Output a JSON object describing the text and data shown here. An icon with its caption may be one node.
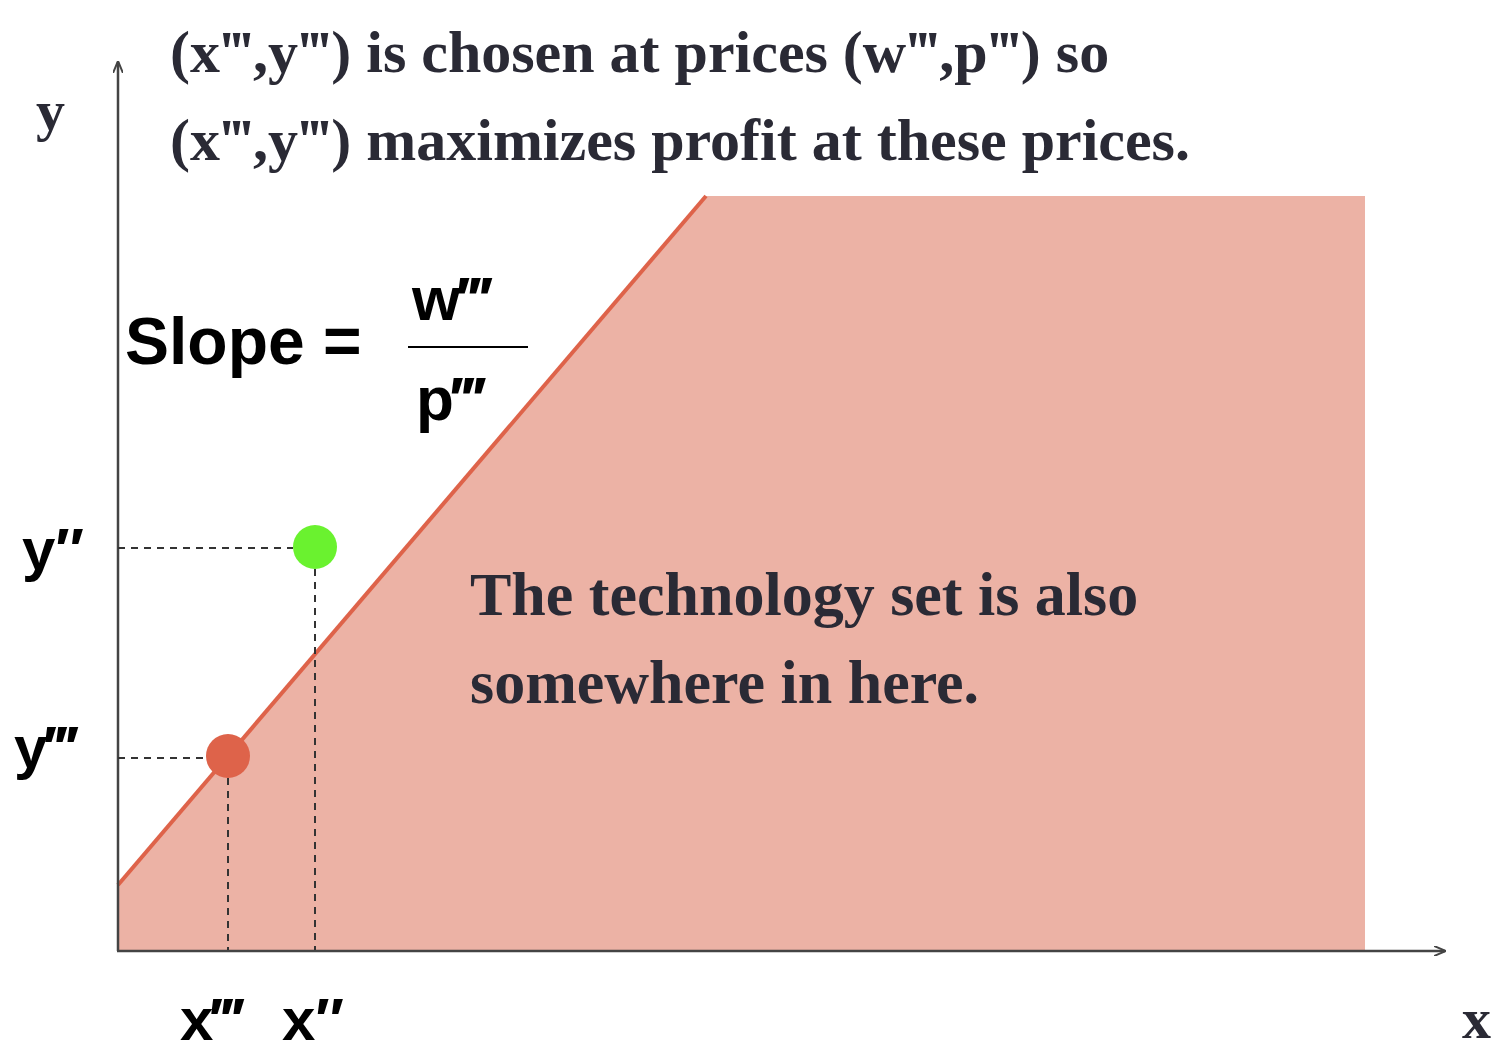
{
  "diagram": {
    "nodes": [
      {
        "text": [
          "The technology set is also somewhere in here."
        ]
      }
    ],
    "labels": [
      "(x‴,y‴) is chosen at prices (w‴,p‴) so",
      "(x‴,y‴) maximizes profit at these prices.",
      "y",
      "Slope =",
      "w‴",
      "p‴",
      "y″",
      "y‴",
      "x‴",
      "x″",
      "x"
    ]
  }
}
